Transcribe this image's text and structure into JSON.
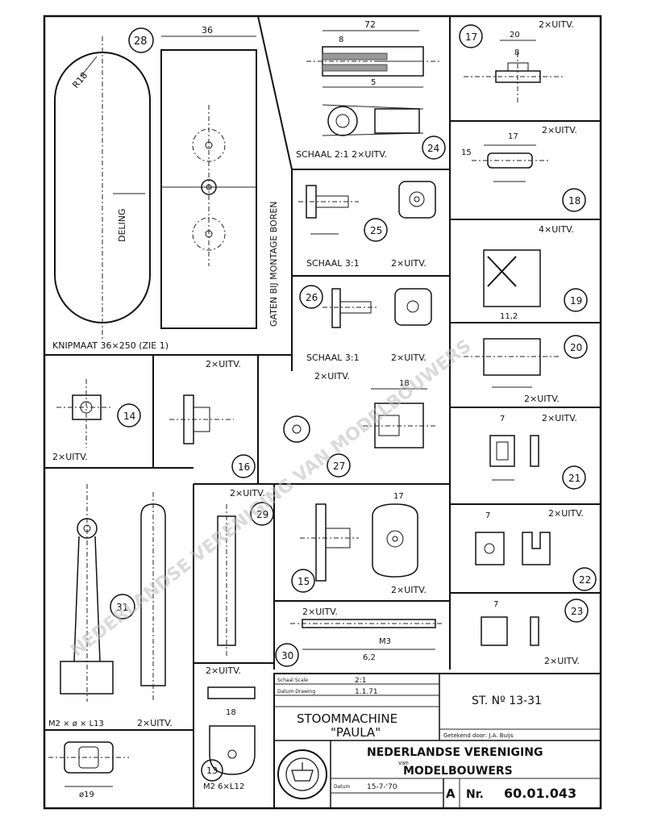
{
  "sheet": {
    "panel_28": {
      "number": "28",
      "dim_width": "36",
      "dim_radius": "R18",
      "deling_label": "DELING",
      "vertical_note": "GATEN BIJ MONTAGE BOREN",
      "caption": "KNIPMAAT 36×250 (ZIE 1)"
    },
    "panel_24": {
      "number": "24",
      "dim_top": "72",
      "dim_a": "8",
      "dim_b": "5",
      "caption": "SCHAAL 2:1  2×UITV."
    },
    "panel_17": {
      "number": "17",
      "qty": "2×UITV.",
      "dim_a": "20",
      "dim_b": "8"
    },
    "panel_18": {
      "number": "18",
      "qty": "2×UITV.",
      "dim_a": "17",
      "dim_b": "15"
    },
    "panel_25": {
      "number": "25",
      "scale": "SCHAAL 3:1",
      "qty": "2×UITV."
    },
    "panel_19": {
      "number": "19",
      "qty": "4×UITV.",
      "dim_a": "11,2"
    },
    "panel_26": {
      "number": "26",
      "scale": "SCHAAL 3:1",
      "qty": "2×UITV."
    },
    "panel_20": {
      "number": "20",
      "qty": "2×UITV."
    },
    "panel_14": {
      "number": "14",
      "qty": "2×UITV."
    },
    "panel_16": {
      "number": "16",
      "qty": "2×UITV."
    },
    "panel_27": {
      "number": "27",
      "qty": "2×UITV.",
      "dim_a": "18"
    },
    "panel_21": {
      "number": "21",
      "qty": "2×UITV.",
      "dim_a": "7"
    },
    "panel_31": {
      "number": "31",
      "note_bottom": "M2 × ø × L13",
      "qty": "2×UITV."
    },
    "panel_29": {
      "number": "29",
      "qty": "2×UITV."
    },
    "panel_15": {
      "number": "15",
      "qty": "2×UITV.",
      "dim_a": "17"
    },
    "panel_22": {
      "number": "22",
      "qty": "2×UITV.",
      "dim_a": "7"
    },
    "panel_30": {
      "number": "30",
      "qty": "2×UITV.",
      "dim_a": "M3",
      "dim_b": "6,2"
    },
    "panel_23": {
      "number": "23",
      "qty": "2×UITV.",
      "dim_a": "7"
    },
    "panel_13": {
      "number": "13",
      "qty": "2×UITV.",
      "dim_a": "18",
      "note": "M2 6×L12"
    },
    "panel_32": {
      "dim_a": "ø19"
    },
    "title_block": {
      "schaal_label": "Schaal Scale",
      "schaal_value": "2:1",
      "datum_label": "Datum Drawing",
      "datum_value": "1.1.71",
      "machine_name": "STOOMMACHINE",
      "machine_sub": "\"PAULA\"",
      "ref_number": "ST. Nº 13-31",
      "drawn_by": "Getekend door: J.A. Buijs",
      "org_line1": "NEDERLANDSE VERENIGING",
      "org_connector": "van",
      "org_line2": "MODELBOUWERS",
      "sheet_letter": "A",
      "nr_label": "Nr.",
      "nr_value": "60.01.043",
      "date_row_label": "Datum",
      "date_row_value": "15-7-'70"
    },
    "watermark": "NEDERLANDSE VERENIGING VAN MODELBOUWERS"
  }
}
